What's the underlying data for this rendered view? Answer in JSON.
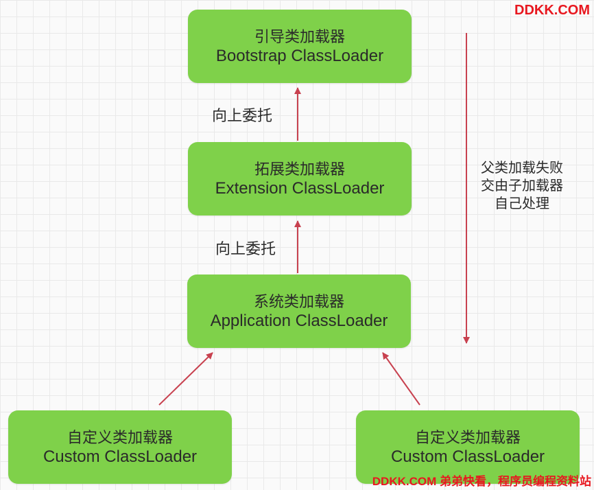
{
  "nodes": {
    "bootstrap": {
      "cn": "引导类加载器",
      "en": "Bootstrap ClassLoader"
    },
    "extension": {
      "cn": "拓展类加载器",
      "en": "Extension ClassLoader"
    },
    "application": {
      "cn": "系统类加载器",
      "en": "Application ClassLoader"
    },
    "custom_left": {
      "cn": "自定义类加载器",
      "en": "Custom ClassLoader"
    },
    "custom_right": {
      "cn": "自定义类加载器",
      "en": "Custom ClassLoader"
    }
  },
  "edge_labels": {
    "ext_to_boot": "向上委托",
    "app_to_ext": "向上委托"
  },
  "side_note": [
    "父类加载失败",
    "交由子加载器",
    "自己处理"
  ],
  "watermark": {
    "top": "DDKK.COM",
    "bottom": "DDKK.COM 弟弟快看，程序员编程资料站"
  },
  "colors": {
    "node_fill": "#7fd14a",
    "arrow": "#c8414f",
    "watermark": "#e8171f"
  }
}
